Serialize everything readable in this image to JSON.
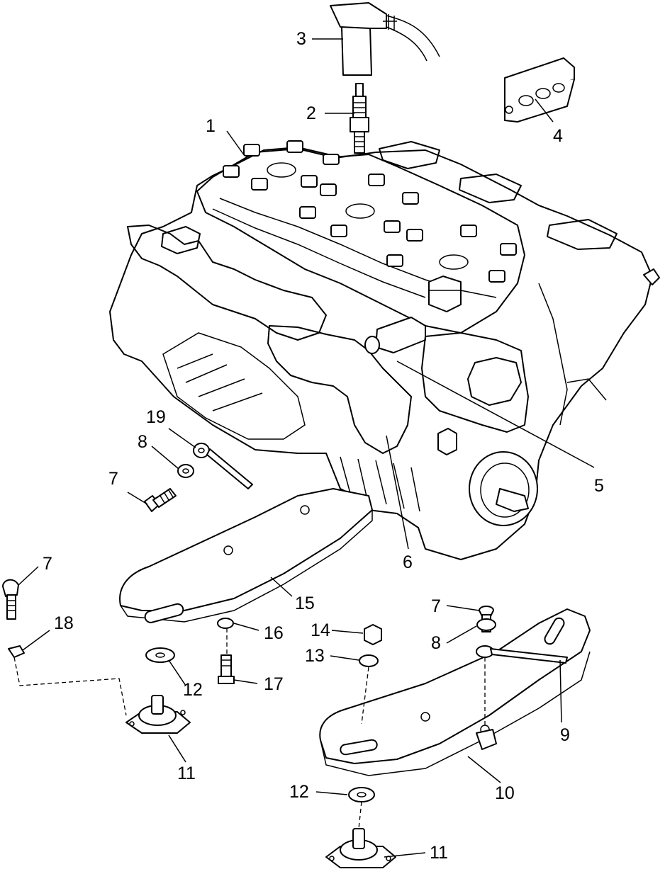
{
  "callouts": [
    {
      "id": "c1",
      "label": "1"
    },
    {
      "id": "c2",
      "label": "2"
    },
    {
      "id": "c3",
      "label": "3"
    },
    {
      "id": "c4",
      "label": "4"
    },
    {
      "id": "c5",
      "label": "5"
    },
    {
      "id": "c6",
      "label": "6"
    },
    {
      "id": "c7a",
      "label": "7"
    },
    {
      "id": "c8a",
      "label": "8"
    },
    {
      "id": "c19",
      "label": "19"
    },
    {
      "id": "c7b",
      "label": "7"
    },
    {
      "id": "c18",
      "label": "18"
    },
    {
      "id": "c15",
      "label": "15"
    },
    {
      "id": "c16",
      "label": "16"
    },
    {
      "id": "c17",
      "label": "17"
    },
    {
      "id": "c12a",
      "label": "12"
    },
    {
      "id": "c11a",
      "label": "11"
    },
    {
      "id": "c14",
      "label": "14"
    },
    {
      "id": "c13",
      "label": "13"
    },
    {
      "id": "c7c",
      "label": "7"
    },
    {
      "id": "c8b",
      "label": "8"
    },
    {
      "id": "c9",
      "label": "9"
    },
    {
      "id": "c10",
      "label": "10"
    },
    {
      "id": "c12b",
      "label": "12"
    },
    {
      "id": "c11b",
      "label": "11"
    }
  ]
}
